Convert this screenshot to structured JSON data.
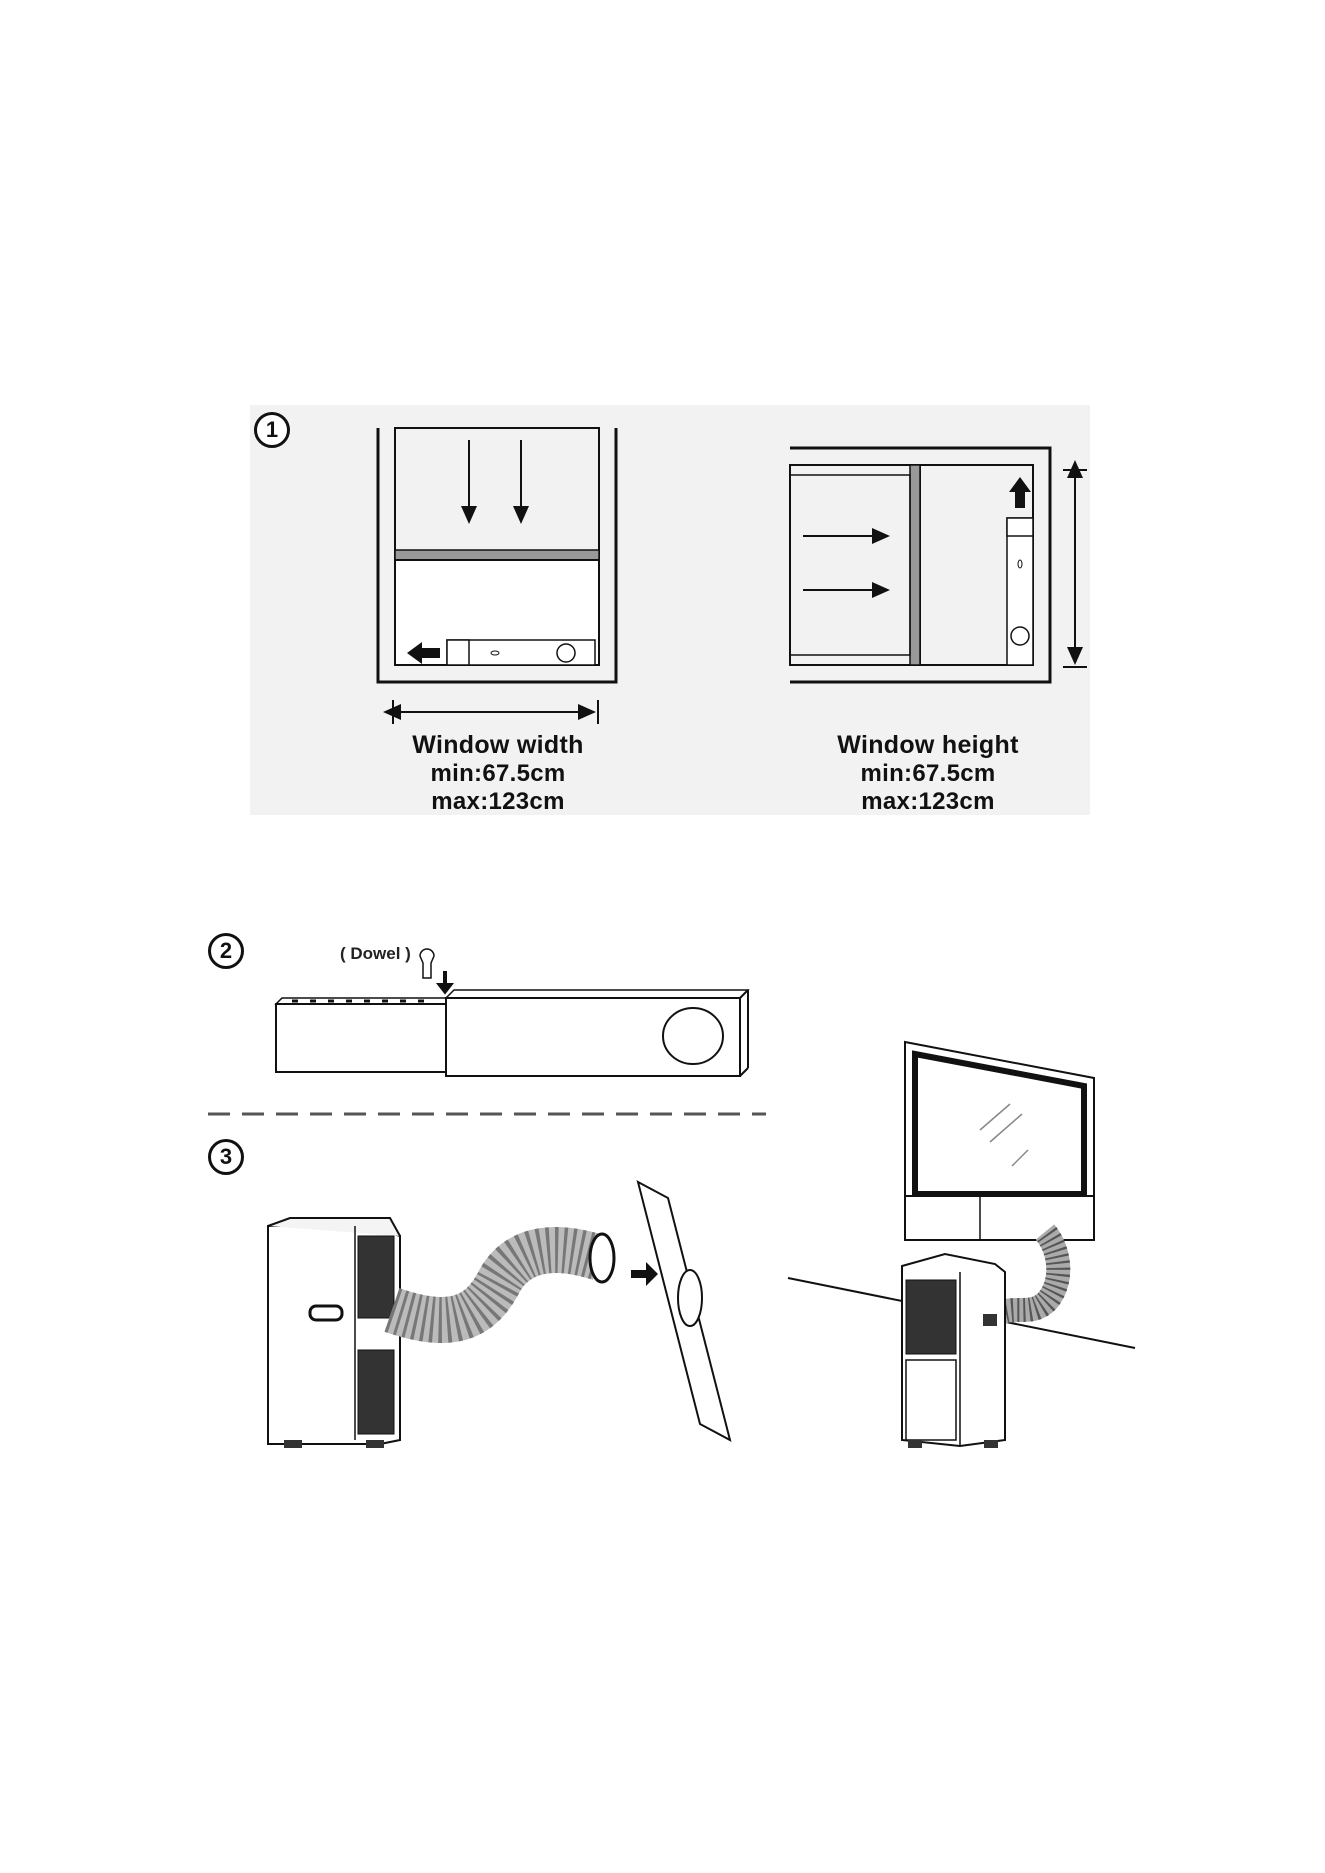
{
  "steps": [
    {
      "number": "1"
    },
    {
      "number": "2"
    },
    {
      "number": "3"
    }
  ],
  "window_width": {
    "title": "Window  width",
    "min": "min:67.5cm",
    "max": "max:123cm"
  },
  "window_height": {
    "title": "Window  height",
    "min": "min:67.5cm",
    "max": "max:123cm"
  },
  "dowel_label": "( Dowel )",
  "colors": {
    "line": "#111111",
    "panel": "#f2f2f2",
    "frame_fill": "#e6e6e6"
  }
}
